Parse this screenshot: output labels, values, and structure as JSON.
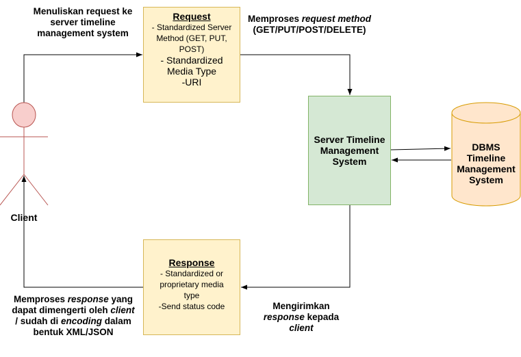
{
  "request_box": {
    "title": "Request",
    "line1": "- Standardized Server Method (GET, PUT, POST)",
    "line2": "- Standardized Media Type",
    "line3": "-URI"
  },
  "response_box": {
    "title": "Response",
    "line1": "- Standardized or proprietary media type",
    "line2": "-Send status code"
  },
  "server_box": {
    "label": "Server Timeline Management System"
  },
  "dbms": {
    "label": "DBMS Timeline Management System"
  },
  "client": {
    "label": "Client"
  },
  "edge_labels": {
    "client_to_request": "Menuliskan request ke server timeline management system",
    "process_request_a": "Memproses ",
    "process_request_b": "request method",
    "process_request_c": "(GET/PUT/POST/DELETE)",
    "send_response_a": "Mengirimkan",
    "send_response_b": "response",
    "send_response_c": " kepada ",
    "send_response_d": "client",
    "process_response_a": "Memproses ",
    "process_response_b": "response",
    "process_response_c": " yang dapat dimengerti oleh ",
    "process_response_d": "client",
    "process_response_e": " / sudah di ",
    "process_response_f": "encoding",
    "process_response_g": " dalam bentuk XML/JSON"
  },
  "colors": {
    "request_fill": "#fff2cc",
    "request_stroke": "#d6b656",
    "server_fill": "#d5e8d4",
    "server_stroke": "#82b366",
    "dbms_fill": "#ffe6cc",
    "dbms_stroke": "#d79b00",
    "actor_fill": "#f8cecc",
    "actor_stroke": "#b85450"
  }
}
